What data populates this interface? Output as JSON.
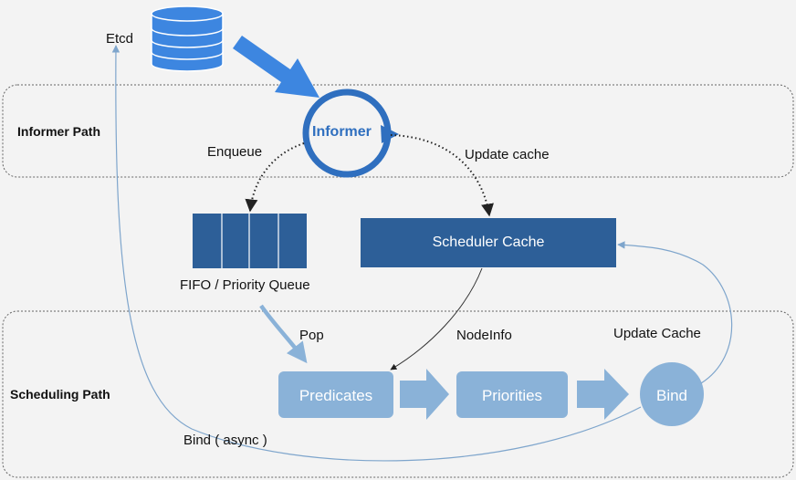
{
  "etcd_label": "Etcd",
  "informer_path_label": "Informer Path",
  "scheduling_path_label": "Scheduling Path",
  "informer_label": "Informer",
  "enqueue_label": "Enqueue",
  "update_cache_top_label": "Update cache",
  "queue_label": "FIFO / Priority  Queue",
  "scheduler_cache_label": "Scheduler Cache",
  "pop_label": "Pop",
  "nodeinfo_label": "NodeInfo",
  "update_cache_bottom_label": "Update Cache",
  "predicates_label": "Predicates",
  "priorities_label": "Priorities",
  "bind_label": "Bind",
  "bind_async_label": "Bind ( async )",
  "colors": {
    "dark_blue": "#2d5f98",
    "bright_blue": "#3d86e0",
    "light_blue": "#8ab2d8",
    "thin_line": "#7ea5cc",
    "background": "#f3f3f3"
  }
}
